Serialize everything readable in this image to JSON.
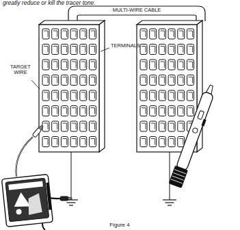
{
  "diagram": {
    "caption": "Figure 4",
    "labels": [
      "greatly reduce or kill the tracer tone.",
      "MULTI-WIRE CABLE",
      "TERMINALS",
      "TARGET WIRE"
    ]
  }
}
